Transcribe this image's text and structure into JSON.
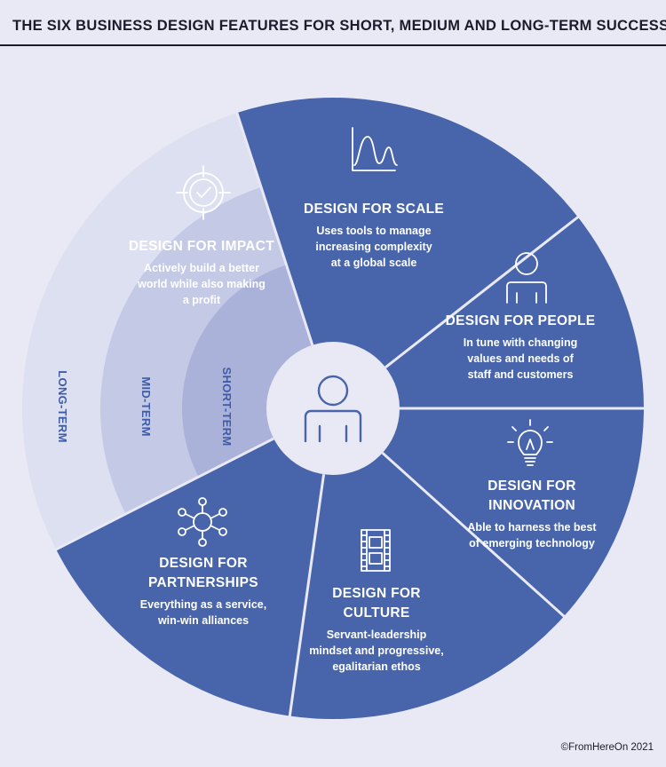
{
  "header": {
    "title": "THE SIX BUSINESS DESIGN FEATURES FOR SHORT, MEDIUM AND LONG-TERM SUCCESS"
  },
  "colors": {
    "background": "#e8e9f4",
    "segment": "#4865ac",
    "divider": "#e8e9f4",
    "long_term": "#dde0f0",
    "mid_term": "#c4c9e6",
    "short_term": "#abb2da",
    "center": "#e8e9f4",
    "ink": "#1b1b2b"
  },
  "segments": [
    {
      "icon": "wave-chart-icon",
      "title": [
        "DESIGN FOR SCALE"
      ],
      "desc": [
        "Uses tools to manage",
        "increasing complexity",
        "at a global scale"
      ]
    },
    {
      "icon": "person-icon",
      "title": [
        "DESIGN FOR PEOPLE"
      ],
      "desc": [
        "In tune with changing",
        "values and needs of",
        "staff and customers"
      ]
    },
    {
      "icon": "lightbulb-icon",
      "title": [
        "DESIGN FOR",
        "INNOVATION"
      ],
      "desc": [
        "Able to harness the best",
        "of emerging technology"
      ]
    },
    {
      "icon": "film-strip-icon",
      "title": [
        "DESIGN FOR",
        "CULTURE"
      ],
      "desc": [
        "Servant-leadership",
        "mindset and progressive,",
        "egalitarian ethos"
      ]
    },
    {
      "icon": "network-icon",
      "title": [
        "DESIGN FOR",
        "PARTNERSHIPS"
      ],
      "desc": [
        "Everything as a service,",
        "win-win alliances"
      ]
    },
    {
      "icon": "target-icon",
      "title": [
        "DESIGN FOR IMPACT"
      ],
      "desc": [
        "Actively build a better",
        "world while also making",
        "a profit"
      ]
    }
  ],
  "terms": {
    "long": "LONG-TERM",
    "mid": "MID-TERM",
    "short": "SHORT-TERM"
  },
  "center_icon": "person-icon",
  "footer": {
    "copyright": "©FromHereOn 2021"
  }
}
